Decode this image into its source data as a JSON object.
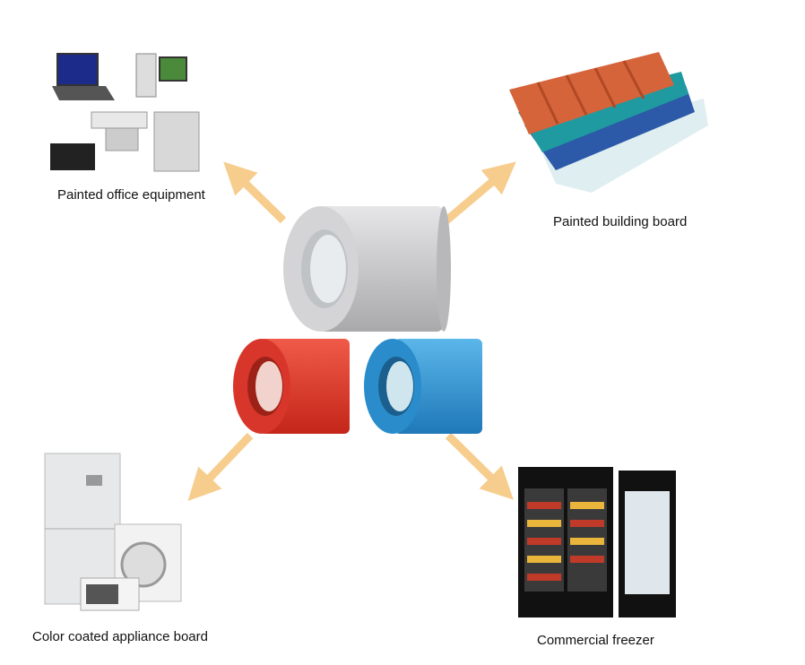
{
  "labels": {
    "office": "Painted office equipment",
    "building": "Painted building board",
    "appliance": "Color coated appliance board",
    "freezer": "Commercial freezer"
  },
  "colors": {
    "arrow": "#f7cd8e",
    "coil_gray": "#c9c9cb",
    "coil_red": "#e0362a",
    "coil_blue": "#2e96d6",
    "roof_orange": "#d5643a",
    "roof_teal": "#1e9aa0",
    "roof_blue": "#2c5aa8"
  }
}
